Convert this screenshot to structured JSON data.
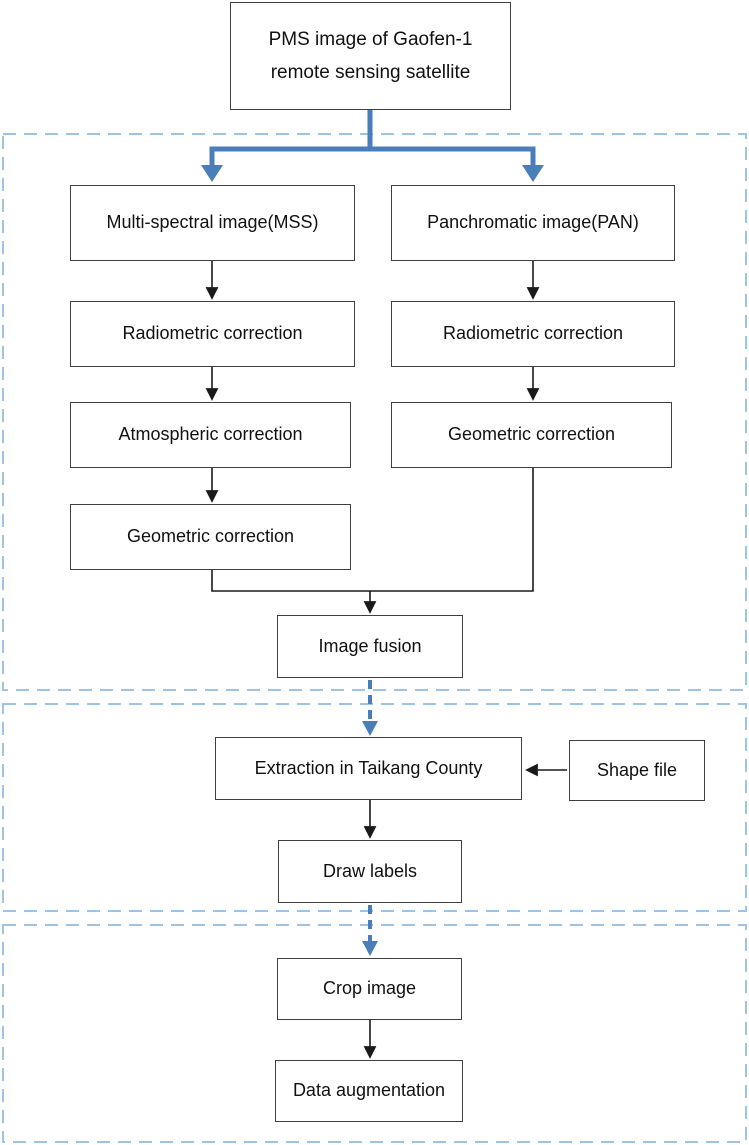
{
  "colors": {
    "accent_blue": "#4a7ebb",
    "section_dash": "#9dc3e6",
    "box_border": "#404040",
    "connector": "#1a1a1a",
    "text": "#111111",
    "background": "#ffffff"
  },
  "nodes": {
    "pms": "PMS image of Gaofen-1 remote sensing satellite",
    "mss": "Multi-spectral image(MSS)",
    "pan": "Panchromatic image(PAN)",
    "radiometric_mss": "Radiometric correction",
    "radiometric_pan": "Radiometric correction",
    "atmospheric": "Atmospheric correction",
    "geometric_mss": "Geometric correction",
    "geometric_pan": "Geometric correction",
    "image_fusion": "Image fusion",
    "extraction": "Extraction in Taikang County",
    "shape_file": "Shape file",
    "draw_labels": "Draw labels",
    "crop_image": "Crop image",
    "data_augmentation": "Data augmentation"
  }
}
